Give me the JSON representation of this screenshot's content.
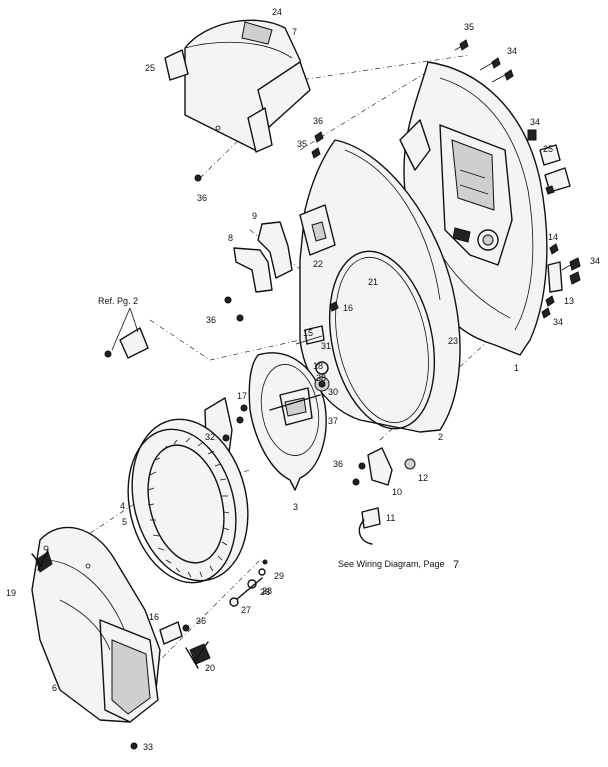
{
  "labels": {
    "l1": "1",
    "l2": "2",
    "l3": "3",
    "l4": "4",
    "l5": "5",
    "l6": "6",
    "l7": "7",
    "l8": "8",
    "l9": "9",
    "l10": "10",
    "l11": "11",
    "l12": "12",
    "l13": "13",
    "l14": "14",
    "l15": "15",
    "l16a": "16",
    "l16b": "16",
    "l17": "17",
    "l18": "18",
    "l19": "19",
    "l20": "20",
    "l21": "21",
    "l22": "22",
    "l23": "23",
    "l24": "24",
    "l25": "25",
    "l26": "26",
    "l27": "27",
    "l28": "28",
    "l29": "29",
    "l30": "30",
    "l31": "31",
    "l32": "32",
    "l33": "33",
    "l34a": "34",
    "l34b": "34",
    "l34c": "34",
    "l34d": "34",
    "l35a": "35",
    "l35b": "35",
    "l36a": "36",
    "l36b": "36",
    "l36c": "36",
    "l36d": "36",
    "l36e": "36",
    "l37": "37",
    "l38": "38"
  },
  "notes": {
    "ref_page": "Ref. Pg. 2",
    "wiring": "See Wiring Diagram, Page",
    "wiring_page": "7"
  }
}
